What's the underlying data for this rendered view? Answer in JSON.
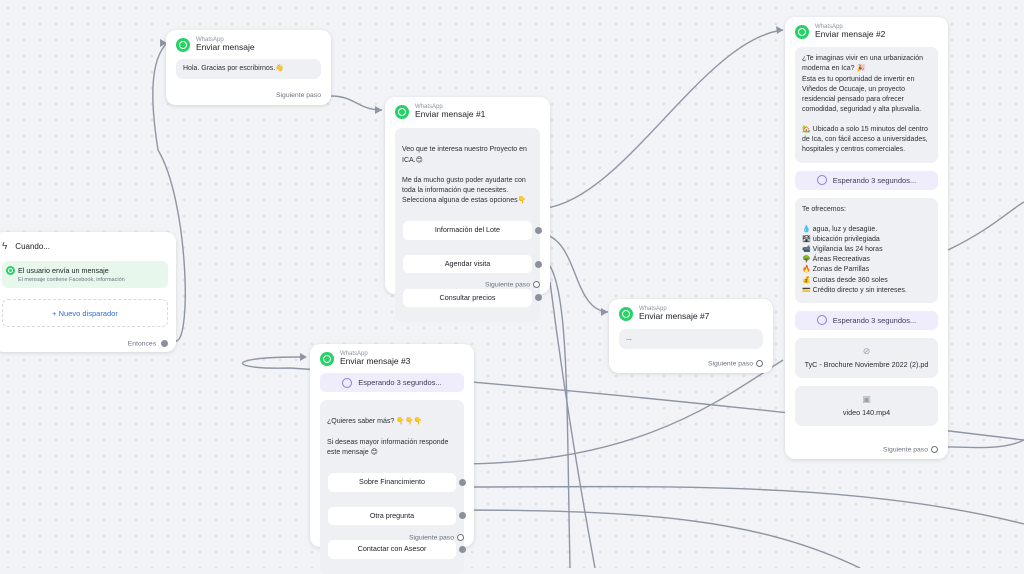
{
  "flow": {
    "whatsapp_label": "WhatsApp",
    "next_step": "Siguiente paso",
    "then_label": "Entonces",
    "trigger": {
      "title": "Cuando...",
      "event": "El usuario envía un mensaje",
      "event_sub": "El mensaje contiene Facebook, información",
      "add_trigger": "+ Nuevo disparador"
    },
    "node_send": {
      "title": "Enviar mensaje",
      "text": "Hola. Gracias por escribirnos.👋"
    },
    "node1": {
      "title": "Enviar mensaje #1",
      "text": "Veo que te interesa nuestro Proyecto en ICA.😊\n\nMe da mucho gusto poder ayudarte con toda la información que necesites. Selecciona alguna de estas opciones👇",
      "options": [
        "Información del Lote",
        "Agendar visita",
        "Consultar precios"
      ]
    },
    "node2": {
      "title": "Enviar mensaje #2",
      "text": "¿Te imaginas vivir en una urbanización moderna en Ica? 🎉\nEsta es tu oportunidad de invertir en Viñedos de Ocucaje, un proyecto residencial pensado para ofrecer comodidad, seguridad y alta plusvalía.\n\n🏡 Ubicado a solo 15 minutos del centro de Ica, con fácil acceso a universidades, hospitales y centros comerciales.",
      "wait1": "Esperando 3 segundos...",
      "text2": "Te ofrecemos:\n\n💧 agua, luz y desagüe.\n🛣 ubicación privilegiada\n📹 Vigilancia las 24 horas\n🌳 Áreas Recreativas\n🔥 Zonas de Parrillas\n💰 Cuotas desde 360 soles\n💳 Crédito directo y sin intereses.",
      "wait2": "Esperando 3 segundos...",
      "file1": "TyC - Brochure Noviembre 2022 (2).pd",
      "file2": "video 140.mp4"
    },
    "node3": {
      "title": "Enviar mensaje #3",
      "wait": "Esperando 3 segundos...",
      "text": "¿Quieres saber más? 👇👇👇\n\nSi deseas mayor información responde este mensaje 😊",
      "options": [
        "Sobre Financimiento",
        "Otra pregunta",
        "Contactar con Asesor"
      ]
    },
    "node7": {
      "title": "Enviar mensaje #7",
      "text": "..."
    }
  }
}
